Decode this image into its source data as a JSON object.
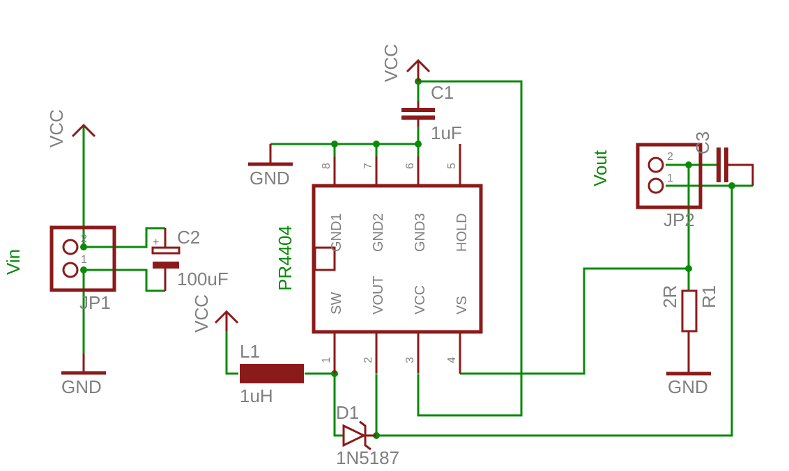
{
  "labels": {
    "vcc": "VCC",
    "gnd": "GND",
    "vin": "Vin",
    "vout": "Vout",
    "jp1": "JP1",
    "jp2": "JP2",
    "c1": "C1",
    "c1_value": "1uF",
    "c2": "C2",
    "c2_value": "100uF",
    "c3": "C3",
    "l1": "L1",
    "l1_value": "1uH",
    "d1": "D1",
    "d1_value": "1N5187",
    "r1": "R1",
    "r1_value": "2R",
    "ic_name": "PR4404",
    "plus": "+"
  },
  "ic_pins": {
    "top": [
      {
        "num": "8",
        "name": "GND1"
      },
      {
        "num": "7",
        "name": "GND2"
      },
      {
        "num": "6",
        "name": "GND3"
      },
      {
        "num": "5",
        "name": "HOLD"
      }
    ],
    "bottom": [
      {
        "num": "1",
        "name": "SW"
      },
      {
        "num": "2",
        "name": "VOUT"
      },
      {
        "num": "3",
        "name": "VCC"
      },
      {
        "num": "4",
        "name": "VS"
      }
    ]
  },
  "connector_pins": {
    "pin1": "1",
    "pin2": "2"
  },
  "colors": {
    "wire": "#0a8a0a",
    "symbol": "#8b1a1a",
    "text": "#7f7f7f",
    "net_label": "#0a8a0a"
  }
}
